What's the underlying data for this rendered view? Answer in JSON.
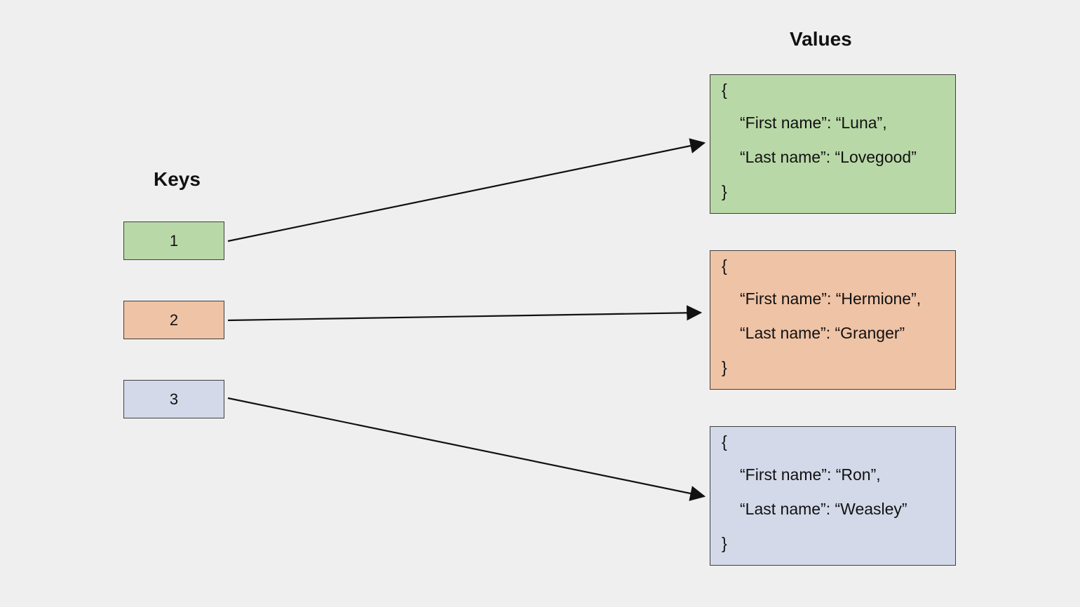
{
  "headings": {
    "keys": "Keys",
    "values": "Values"
  },
  "keys": [
    {
      "label": "1",
      "color": "#b9d8a8"
    },
    {
      "label": "2",
      "color": "#efc3a6"
    },
    {
      "label": "3",
      "color": "#d3d9e8"
    }
  ],
  "values": [
    {
      "color": "#b9d8a8",
      "open": "{",
      "first": "“First name”: “Luna”,",
      "last": "“Last name”: “Lovegood”",
      "close": "}"
    },
    {
      "color": "#efc3a6",
      "open": "{",
      "first": "“First name”: “Hermione”,",
      "last": "“Last name”: “Granger”",
      "close": "}"
    },
    {
      "color": "#d3d9e8",
      "open": "{",
      "first": "“First name”: “Ron”,",
      "last": "“Last name”: “Weasley”",
      "close": "}"
    }
  ],
  "arrow_color": "#111111"
}
